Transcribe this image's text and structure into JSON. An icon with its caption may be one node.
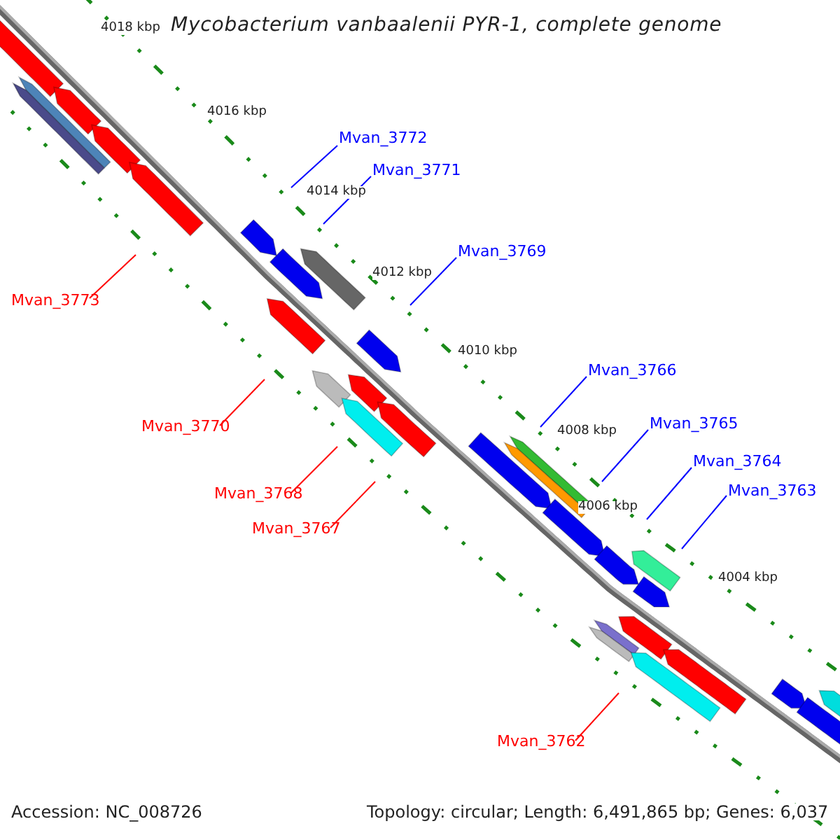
{
  "diagram": {
    "title": "Mycobacterium vanbaalenii PYR-1, complete genome",
    "nodes": [
      {
        "text": [
          "Mvan_3772"
        ]
      },
      {
        "text": [
          "Mvan_3771"
        ]
      },
      {
        "text": [
          "Mvan_3769"
        ]
      },
      {
        "text": [
          "Mvan_3773"
        ]
      },
      {
        "text": [
          "Mvan_3766"
        ]
      },
      {
        "text": [
          "Mvan_3770"
        ]
      },
      {
        "text": [
          "Mvan_3765"
        ]
      },
      {
        "text": [
          "Mvan_3764"
        ]
      },
      {
        "text": [
          "Mvan_3768"
        ]
      },
      {
        "text": [
          "Mvan_3763"
        ]
      },
      {
        "text": [
          "Mvan_3767"
        ]
      },
      {
        "text": [
          "Mvan_3762"
        ]
      }
    ],
    "edges": [
      {
        "from": 0,
        "to": null,
        "arrow": "none"
      },
      {
        "from": 1,
        "to": null,
        "arrow": "none"
      },
      {
        "from": 2,
        "to": null,
        "arrow": "none"
      },
      {
        "from": 3,
        "to": null,
        "arrow": "none",
        "color": "#ff0000"
      },
      {
        "from": 4,
        "to": null,
        "arrow": "none"
      },
      {
        "from": 5,
        "to": null,
        "arrow": "none",
        "color": "#ff0000"
      },
      {
        "from": 6,
        "to": null,
        "arrow": "none"
      },
      {
        "from": 7,
        "to": null,
        "arrow": "none"
      },
      {
        "from": 8,
        "to": null,
        "arrow": "none",
        "color": "#ff0000"
      },
      {
        "from": 9,
        "to": null,
        "arrow": "none"
      },
      {
        "from": 10,
        "to": null,
        "arrow": "none",
        "color": "#ff0000"
      },
      {
        "from": 11,
        "to": null,
        "arrow": "none",
        "color": "#ff0000"
      }
    ],
    "labels": [
      "4018 kbp",
      "4016 kbp",
      "4014 kbp",
      "4012 kbp",
      "4010 kbp",
      "4008 kbp",
      "4006 kbp",
      "4004 kbp",
      "Accession: NC_008726",
      "Topology: circular; Length: 6,491,865 bp; Genes: 6,037"
    ]
  }
}
